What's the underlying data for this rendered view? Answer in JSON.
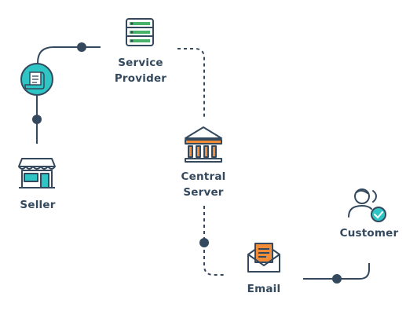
{
  "nodes": {
    "service_provider": {
      "line1": "Service",
      "line2": "Provider"
    },
    "seller": {
      "label": "Seller"
    },
    "central_server": {
      "line1": "Central",
      "line2": "Server"
    },
    "customer": {
      "label": "Customer"
    },
    "email": {
      "label": "Email"
    }
  },
  "colors": {
    "text": "#34495e",
    "stroke": "#34495e",
    "accent_teal": "#2fc5c5",
    "accent_orange": "#f28c38",
    "server_green": "#49b26a",
    "line": "#34495e"
  }
}
